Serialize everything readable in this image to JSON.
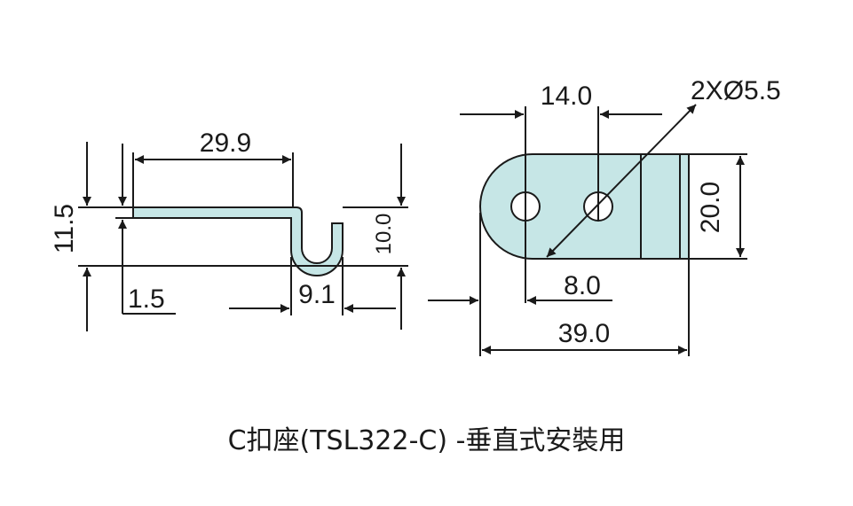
{
  "colors": {
    "line": "#1a1a1a",
    "part_fill": "#c6e6e6",
    "background": "#ffffff"
  },
  "dimensions": {
    "side_view": {
      "length": "29.9",
      "height": "11.5",
      "thickness": "1.5",
      "hook_width": "9.1",
      "hook_height": "10.0"
    },
    "front_view": {
      "hole_spacing": "14.0",
      "hole_callout": "2XØ5.5",
      "width": "20.0",
      "edge_to_hole": "8.0",
      "overall_length": "39.0"
    }
  },
  "caption": "C扣座(TSL322-C) -垂直式安裝用"
}
